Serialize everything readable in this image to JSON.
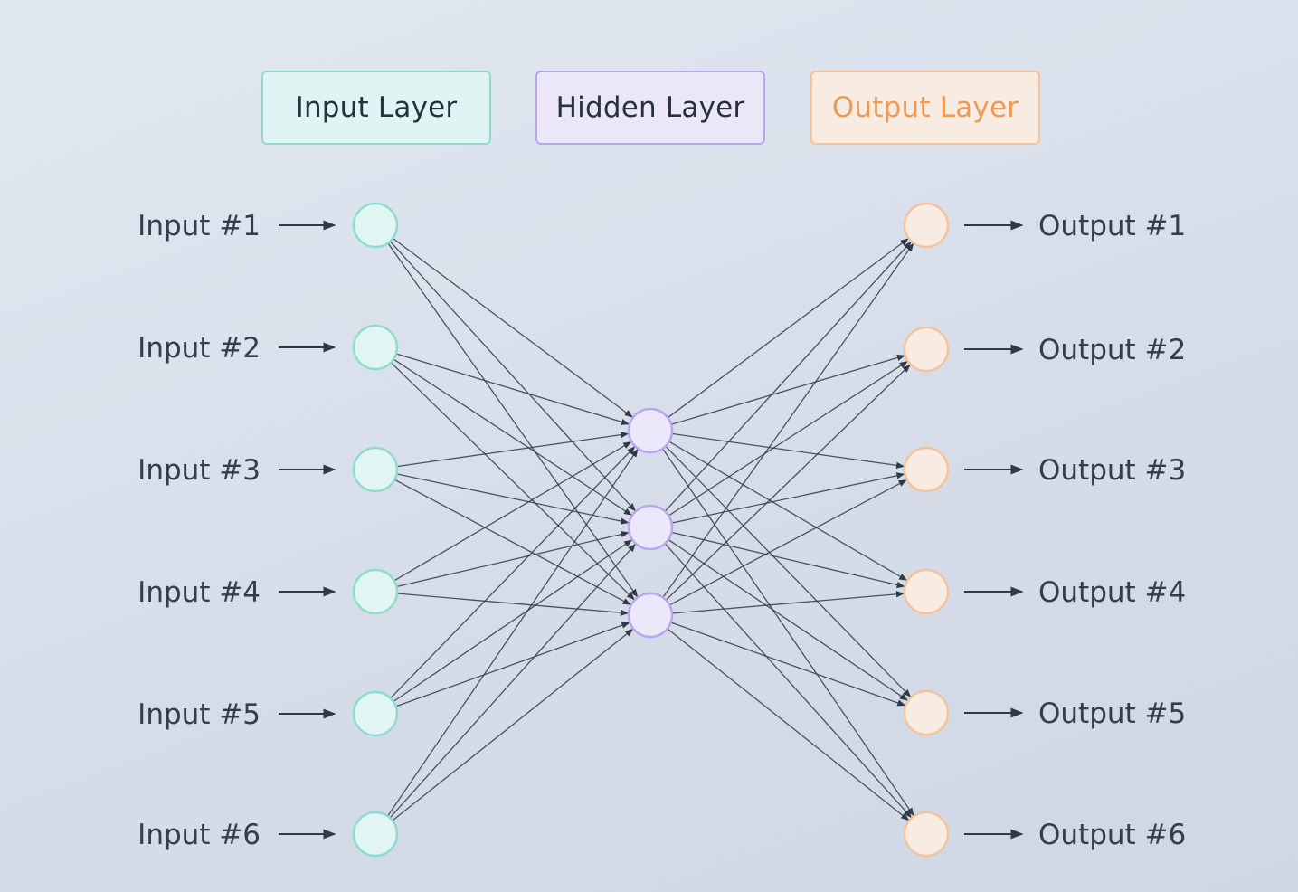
{
  "legend": {
    "input": "Input Layer",
    "hidden": "Hidden Layer",
    "output": "Output Layer"
  },
  "inputs": [
    "Input #1",
    "Input #2",
    "Input #3",
    "Input #4",
    "Input #5",
    "Input #6"
  ],
  "hidden_count": 3,
  "outputs": [
    "Output #1",
    "Output #2",
    "Output #3",
    "Output #4",
    "Output #5",
    "Output #6"
  ],
  "colors": {
    "input_stroke": "#8fdccf",
    "input_fill": "#e1f5f3",
    "hidden_stroke": "#b6a6ef",
    "hidden_fill": "#ece8f9",
    "output_stroke": "#f3c39c",
    "output_fill": "#f8ece2",
    "edge": "#2f3a46",
    "text": "#333e4a",
    "output_legend_text": "#ee9a57"
  }
}
